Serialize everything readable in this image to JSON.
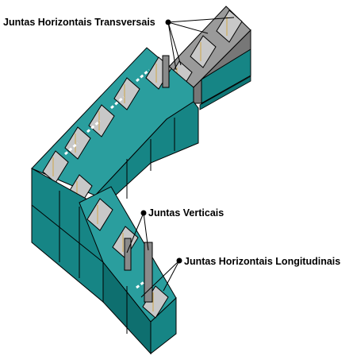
{
  "labels": {
    "transversais": "Juntas Horizontais Transversais",
    "verticais": "Juntas Verticais",
    "longitudinais": "Juntas Horizontais Longitudinais"
  },
  "colors": {
    "block_top": "#2a9e9e",
    "block_side": "#168585",
    "block_front": "#0e6f6f",
    "cavity": "#c8c8c8",
    "mortar": "#8a8a8a",
    "outline": "#000000"
  }
}
